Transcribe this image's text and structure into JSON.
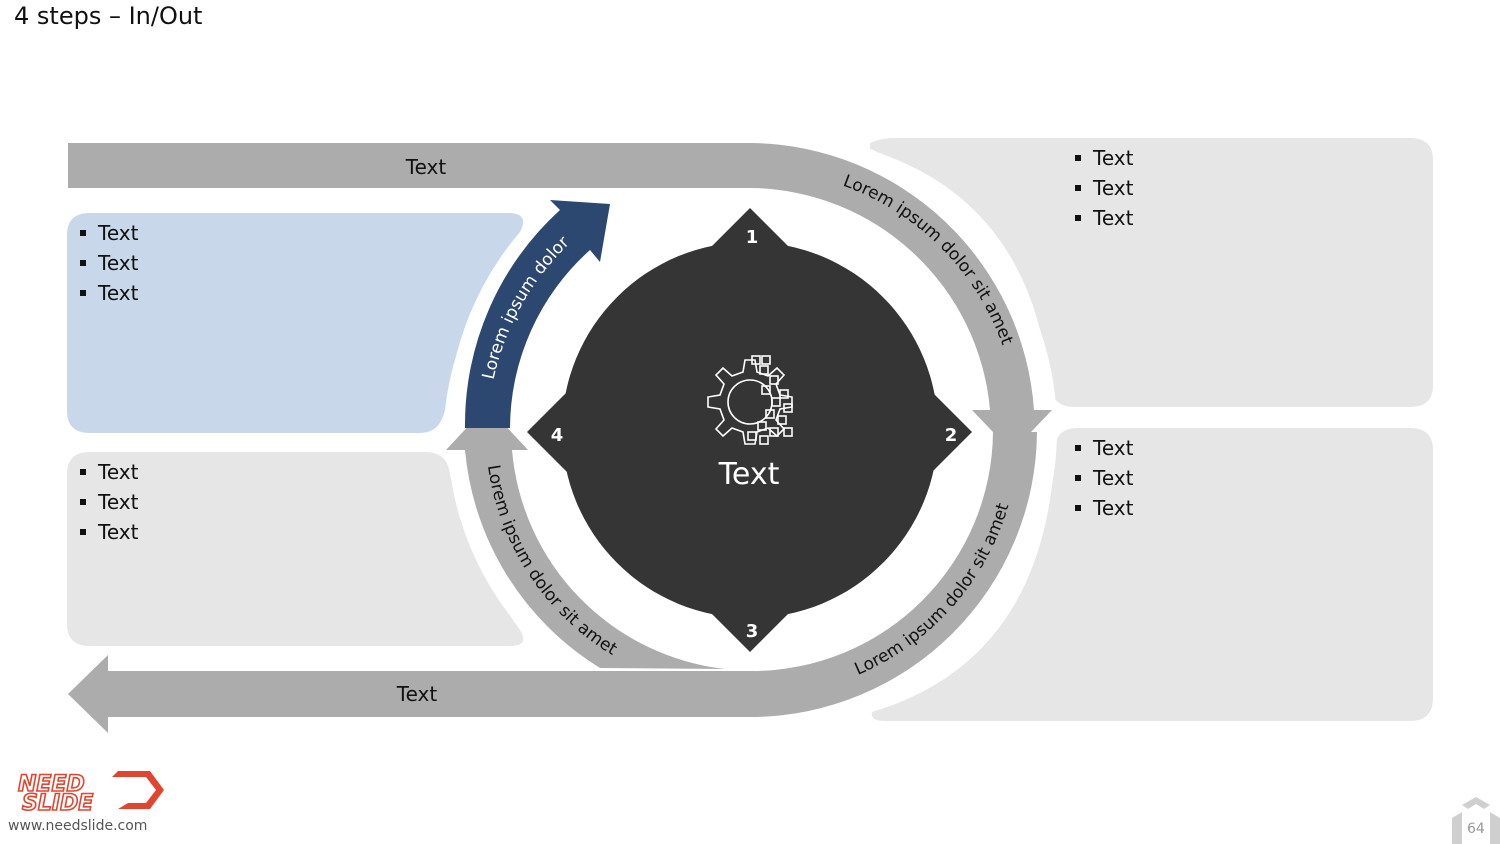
{
  "title": "4 steps – In/Out",
  "top_arrow_label": "Text",
  "bottom_arrow_label": "Text",
  "center_label": "Text",
  "steps": [
    "1",
    "2",
    "3",
    "4"
  ],
  "arc_labels": {
    "blue": "Lorem ipsum dolor",
    "right_top": "Lorem ipsum dolor sit amet",
    "right_bottom": "Lorem ipsum dolor sit amet",
    "left_bottom": "Lorem ipsum dolor sit amet"
  },
  "boxes": {
    "top_left": [
      "Text",
      "Text",
      "Text"
    ],
    "bottom_left": [
      "Text",
      "Text",
      "Text"
    ],
    "top_right": [
      "Text",
      "Text",
      "Text"
    ],
    "bottom_right": [
      "Text",
      "Text",
      "Text"
    ]
  },
  "logo": {
    "line1": "NEED",
    "line2": "SLIDE",
    "url": "www.needslide.com"
  },
  "page_number": "64",
  "colors": {
    "arrow_gray": "#acacac",
    "box_gray": "#e6e6e6",
    "box_blue": "#c8d8ea",
    "arrow_blue": "#2c4870",
    "center_dark": "#353535",
    "logo_red": "#e0462f"
  },
  "icon": "gear-pixel-icon"
}
